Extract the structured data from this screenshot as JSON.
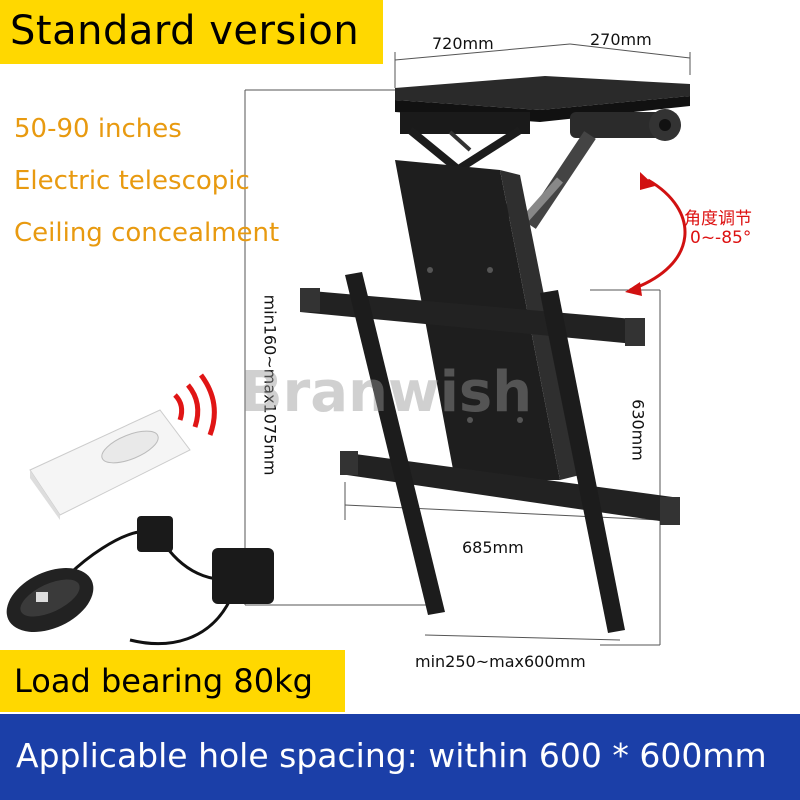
{
  "header": {
    "title": "Standard version"
  },
  "features": [
    "50-90 inches",
    "Electric telescopic",
    "Ceiling concealment"
  ],
  "dimensions": {
    "top_width": "720mm",
    "top_depth": "270mm",
    "height_range": "min160~max1075mm",
    "bracket_height": "630mm",
    "bracket_width": "685mm",
    "vesa_range": "min250~max600mm"
  },
  "angle": {
    "label_cn": "角度调节",
    "range": "0~-85°"
  },
  "watermark": "Branwish",
  "load": {
    "text": "Load bearing 80kg"
  },
  "footer": {
    "text": "Applicable hole spacing: within 600 * 600mm"
  },
  "colors": {
    "banner": "#ffd800",
    "feature_text": "#e89a10",
    "footer_bg": "#1b3fa8",
    "angle": "#d11111"
  }
}
